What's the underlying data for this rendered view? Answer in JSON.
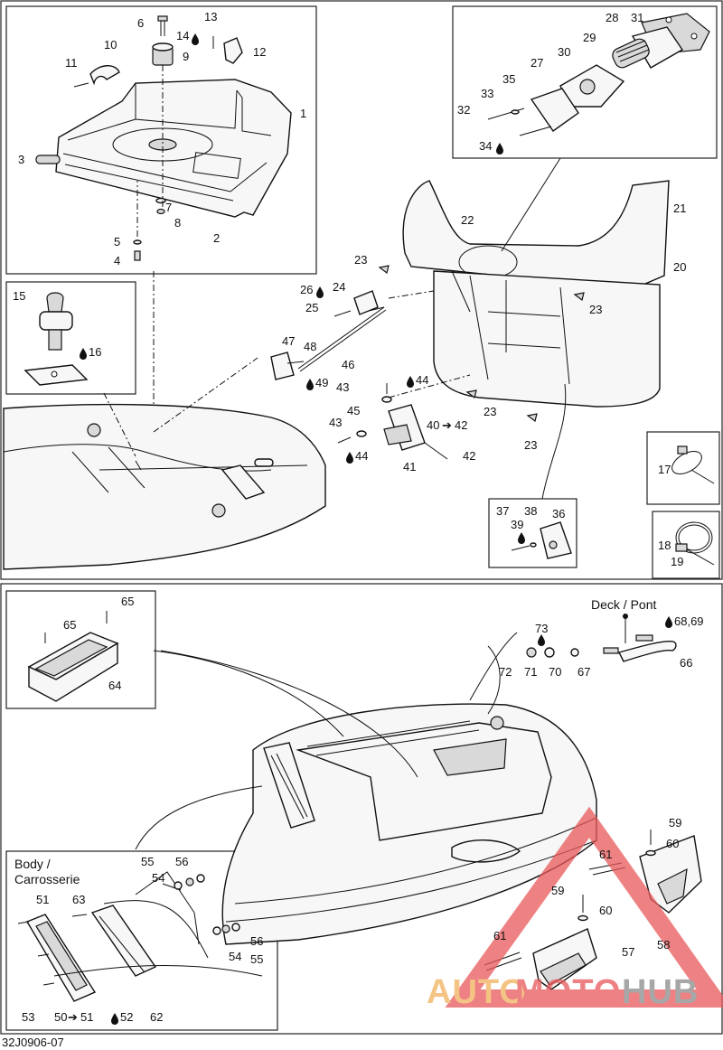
{
  "drawing": {
    "ref_code": "32J0906-07",
    "deck_label": "Deck / Pont",
    "body_label_line1": "Body /",
    "body_label_line2": "Carrosserie"
  },
  "watermark": {
    "text_auto": "AUTO",
    "text_moto": "MOTO",
    "text_hub": "HUB",
    "color_red": "#e8585a",
    "color_orange": "#f1b15c",
    "color_grey": "#8a8a8a"
  },
  "callouts": {
    "c1": "1",
    "c2": "2",
    "c3": "3",
    "c4": "4",
    "c5": "5",
    "c6": "6",
    "c7": "7",
    "c8": "8",
    "c9": "9",
    "c10": "10",
    "c11": "11",
    "c12": "12",
    "c13": "13",
    "c14": "14",
    "c15": "15",
    "c16": "16",
    "c17": "17",
    "c18": "18",
    "c19": "19",
    "c20": "20",
    "c21": "21",
    "c22": "22",
    "c23a": "23",
    "c23b": "23",
    "c23c": "23",
    "c23d": "23",
    "c24": "24",
    "c25": "25",
    "c26": "26",
    "c27": "27",
    "c28": "28",
    "c29": "29",
    "c30": "30",
    "c31": "31",
    "c32": "32",
    "c33": "33",
    "c34": "34",
    "c35": "35",
    "c36": "36",
    "c37": "37",
    "c38": "38",
    "c39": "39",
    "c40": "40",
    "c40to": "42",
    "c41": "41",
    "c42": "42",
    "c43a": "43",
    "c43b": "43",
    "c44a": "44",
    "c44b": "44",
    "c45": "45",
    "c46": "46",
    "c47": "47",
    "c48": "48",
    "c49": "49",
    "c50": "50",
    "c50to": "51",
    "c51": "51",
    "c52": "52",
    "c53": "53",
    "c54a": "54",
    "c54b": "54",
    "c55a": "55",
    "c55b": "55",
    "c56a": "56",
    "c56b": "56",
    "c57": "57",
    "c58": "58",
    "c59a": "59",
    "c59b": "59",
    "c60a": "60",
    "c60b": "60",
    "c61a": "61",
    "c61b": "61",
    "c62": "62",
    "c63": "63",
    "c64": "64",
    "c65a": "65",
    "c65b": "65",
    "c66": "66",
    "c67": "67",
    "c68": "68,69",
    "c70": "70",
    "c71": "71",
    "c72": "72",
    "c73": "73"
  }
}
